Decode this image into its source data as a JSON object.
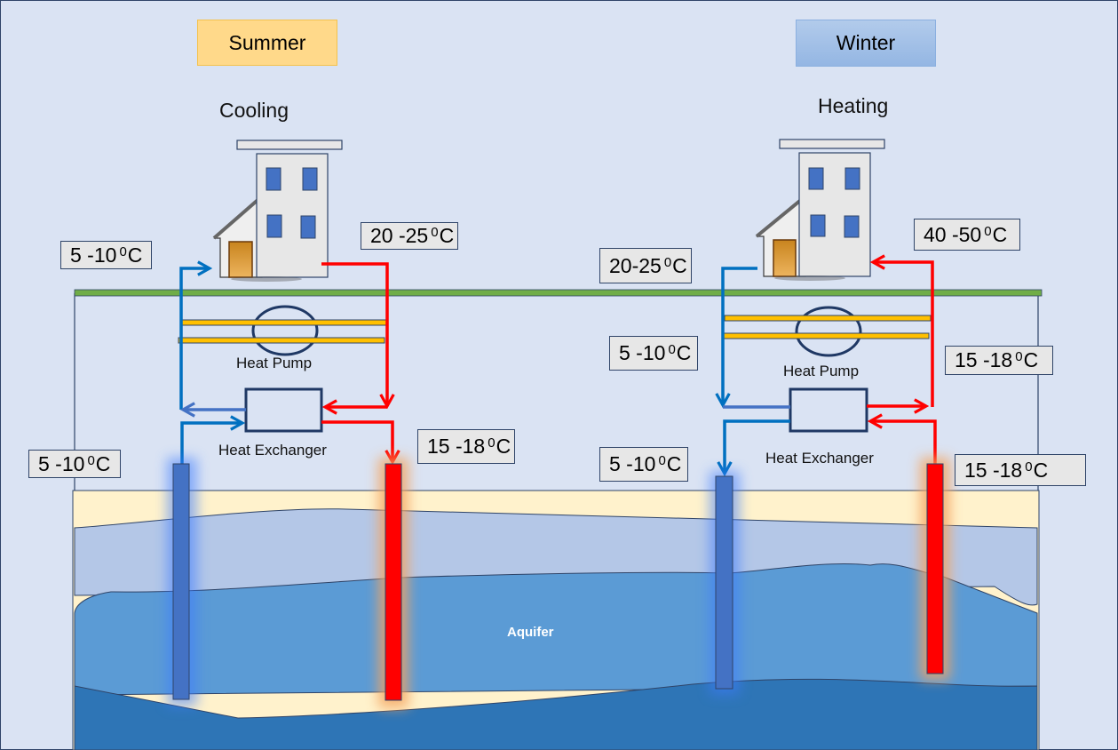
{
  "colors": {
    "background": "#dae3f3",
    "cold_pipe": "#0070c0",
    "hot_pipe": "#ff0000",
    "ground_surface": "#70ad47",
    "heat_pump_bars": "#ffc000",
    "cold_well": "#4472c4",
    "hot_well": "#ff0000",
    "topsoil": "#fff2cc",
    "upper_layer": "#b4c7e7",
    "aquifer": "#5b9bd5",
    "bedrock": "#2e75b6"
  },
  "summer": {
    "season_label": "Summer",
    "mode_label": "Cooling",
    "heat_pump_label": "Heat Pump",
    "heat_exchanger_label": "Heat Exchanger",
    "temps": {
      "building_supply": {
        "value": "5 -10",
        "unit": "C",
        "sup": "0"
      },
      "building_return": {
        "value": "20 -25",
        "unit": "C",
        "sup": "0"
      },
      "cold_well": {
        "value": "5 -10",
        "unit": "C",
        "sup": "0"
      },
      "warm_well": {
        "value": "15 -18",
        "unit": "C",
        "sup": "0"
      }
    }
  },
  "winter": {
    "season_label": "Winter",
    "mode_label": "Heating",
    "heat_pump_label": "Heat Pump",
    "heat_exchanger_label": "Heat Exchanger",
    "temps": {
      "building_return": {
        "value": "20-25",
        "unit": "C",
        "sup": "0"
      },
      "building_supply": {
        "value": "40 -50",
        "unit": "C",
        "sup": "0"
      },
      "hp_cold_side": {
        "value": "5 -10",
        "unit": "C",
        "sup": "0"
      },
      "hp_warm_side": {
        "value": "15 -18",
        "unit": "C",
        "sup": "0"
      },
      "cold_well": {
        "value": "5 -10",
        "unit": "C",
        "sup": "0"
      },
      "warm_well": {
        "value": "15 -18",
        "unit": "C",
        "sup": "0"
      }
    }
  },
  "subsurface": {
    "aquifer_label": "Aquifer"
  }
}
